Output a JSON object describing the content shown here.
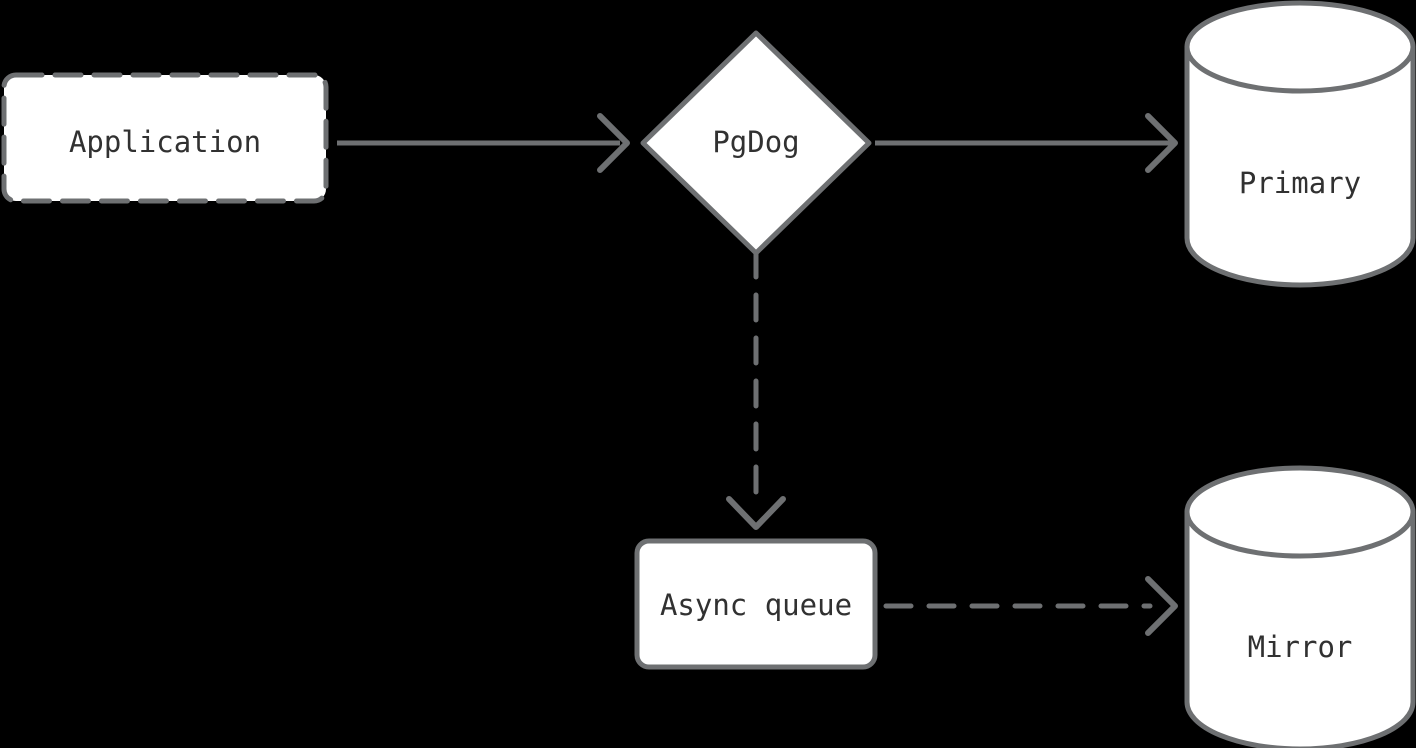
{
  "diagram": {
    "type": "flowchart",
    "direction": "left-to-right",
    "background_color": "#000000",
    "stroke_color": "#6e7072",
    "node_fill_color": "#ffffff",
    "text_color": "#313131",
    "nodes": [
      {
        "id": "application",
        "label": "Application",
        "shape": "rounded-rectangle",
        "border_style": "dashed"
      },
      {
        "id": "pgdog",
        "label": "PgDog",
        "shape": "diamond",
        "border_style": "solid"
      },
      {
        "id": "primary",
        "label": "Primary",
        "shape": "cylinder",
        "border_style": "solid"
      },
      {
        "id": "async-queue",
        "label": "Async queue",
        "shape": "rounded-rectangle",
        "border_style": "solid"
      },
      {
        "id": "mirror",
        "label": "Mirror",
        "shape": "cylinder",
        "border_style": "solid"
      }
    ],
    "edges": [
      {
        "id": "application-to-pgdog",
        "from": "application",
        "to": "pgdog",
        "style": "solid",
        "arrowhead": "open-chevron",
        "label": ""
      },
      {
        "id": "pgdog-to-primary",
        "from": "pgdog",
        "to": "primary",
        "style": "solid",
        "arrowhead": "open-chevron",
        "label": ""
      },
      {
        "id": "pgdog-to-async-queue",
        "from": "pgdog",
        "to": "async-queue",
        "style": "dashed",
        "arrowhead": "open-chevron",
        "label": ""
      },
      {
        "id": "async-queue-to-mirror",
        "from": "async-queue",
        "to": "mirror",
        "style": "dashed",
        "arrowhead": "open-chevron",
        "label": ""
      }
    ]
  }
}
